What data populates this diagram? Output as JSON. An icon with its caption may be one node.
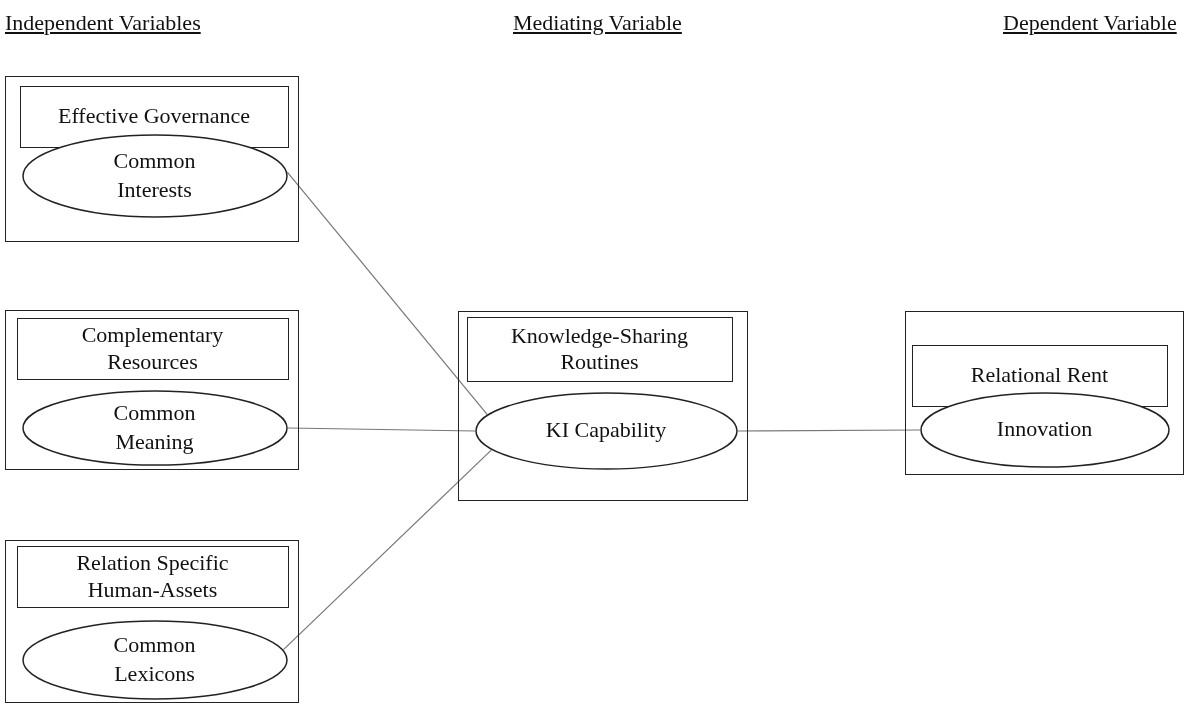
{
  "diagram": {
    "nodes": [
      {
        "text": [],
        "shape": "box"
      },
      {
        "text": [
          "Effective Governance"
        ],
        "in": 0
      },
      {
        "text": [
          "Common Interests"
        ],
        "in": 0
      },
      {
        "text": [],
        "shape": "box"
      },
      {
        "text": [
          "Complementary Resources"
        ],
        "in": 3
      },
      {
        "text": [
          "Common Meaning"
        ],
        "in": 3
      },
      {
        "text": [],
        "shape": "box"
      },
      {
        "text": [
          "Relation Specific Human-Assets"
        ],
        "in": 6
      },
      {
        "text": [
          "Common Lexicons"
        ],
        "in": 6
      },
      {
        "text": [],
        "shape": "box"
      },
      {
        "text": [
          "Knowledge-Sharing Routines"
        ],
        "in": 9
      },
      {
        "text": [
          "KI Capability"
        ],
        "in": 9
      },
      {
        "text": [],
        "shape": "box"
      },
      {
        "text": [
          "Relational Rent"
        ],
        "in": 12
      },
      {
        "text": [
          "Innovation"
        ],
        "in": 12
      }
    ],
    "edges": [
      {
        "from": 2,
        "to": 11,
        "arrow": "none"
      },
      {
        "from": 5,
        "to": 11,
        "arrow": "none"
      },
      {
        "from": 8,
        "to": 11,
        "arrow": "none"
      },
      {
        "from": 11,
        "to": 14,
        "arrow": "none"
      }
    ],
    "labels": [
      "Independent Variables",
      "Mediating Variable",
      "Dependent Variable"
    ]
  }
}
